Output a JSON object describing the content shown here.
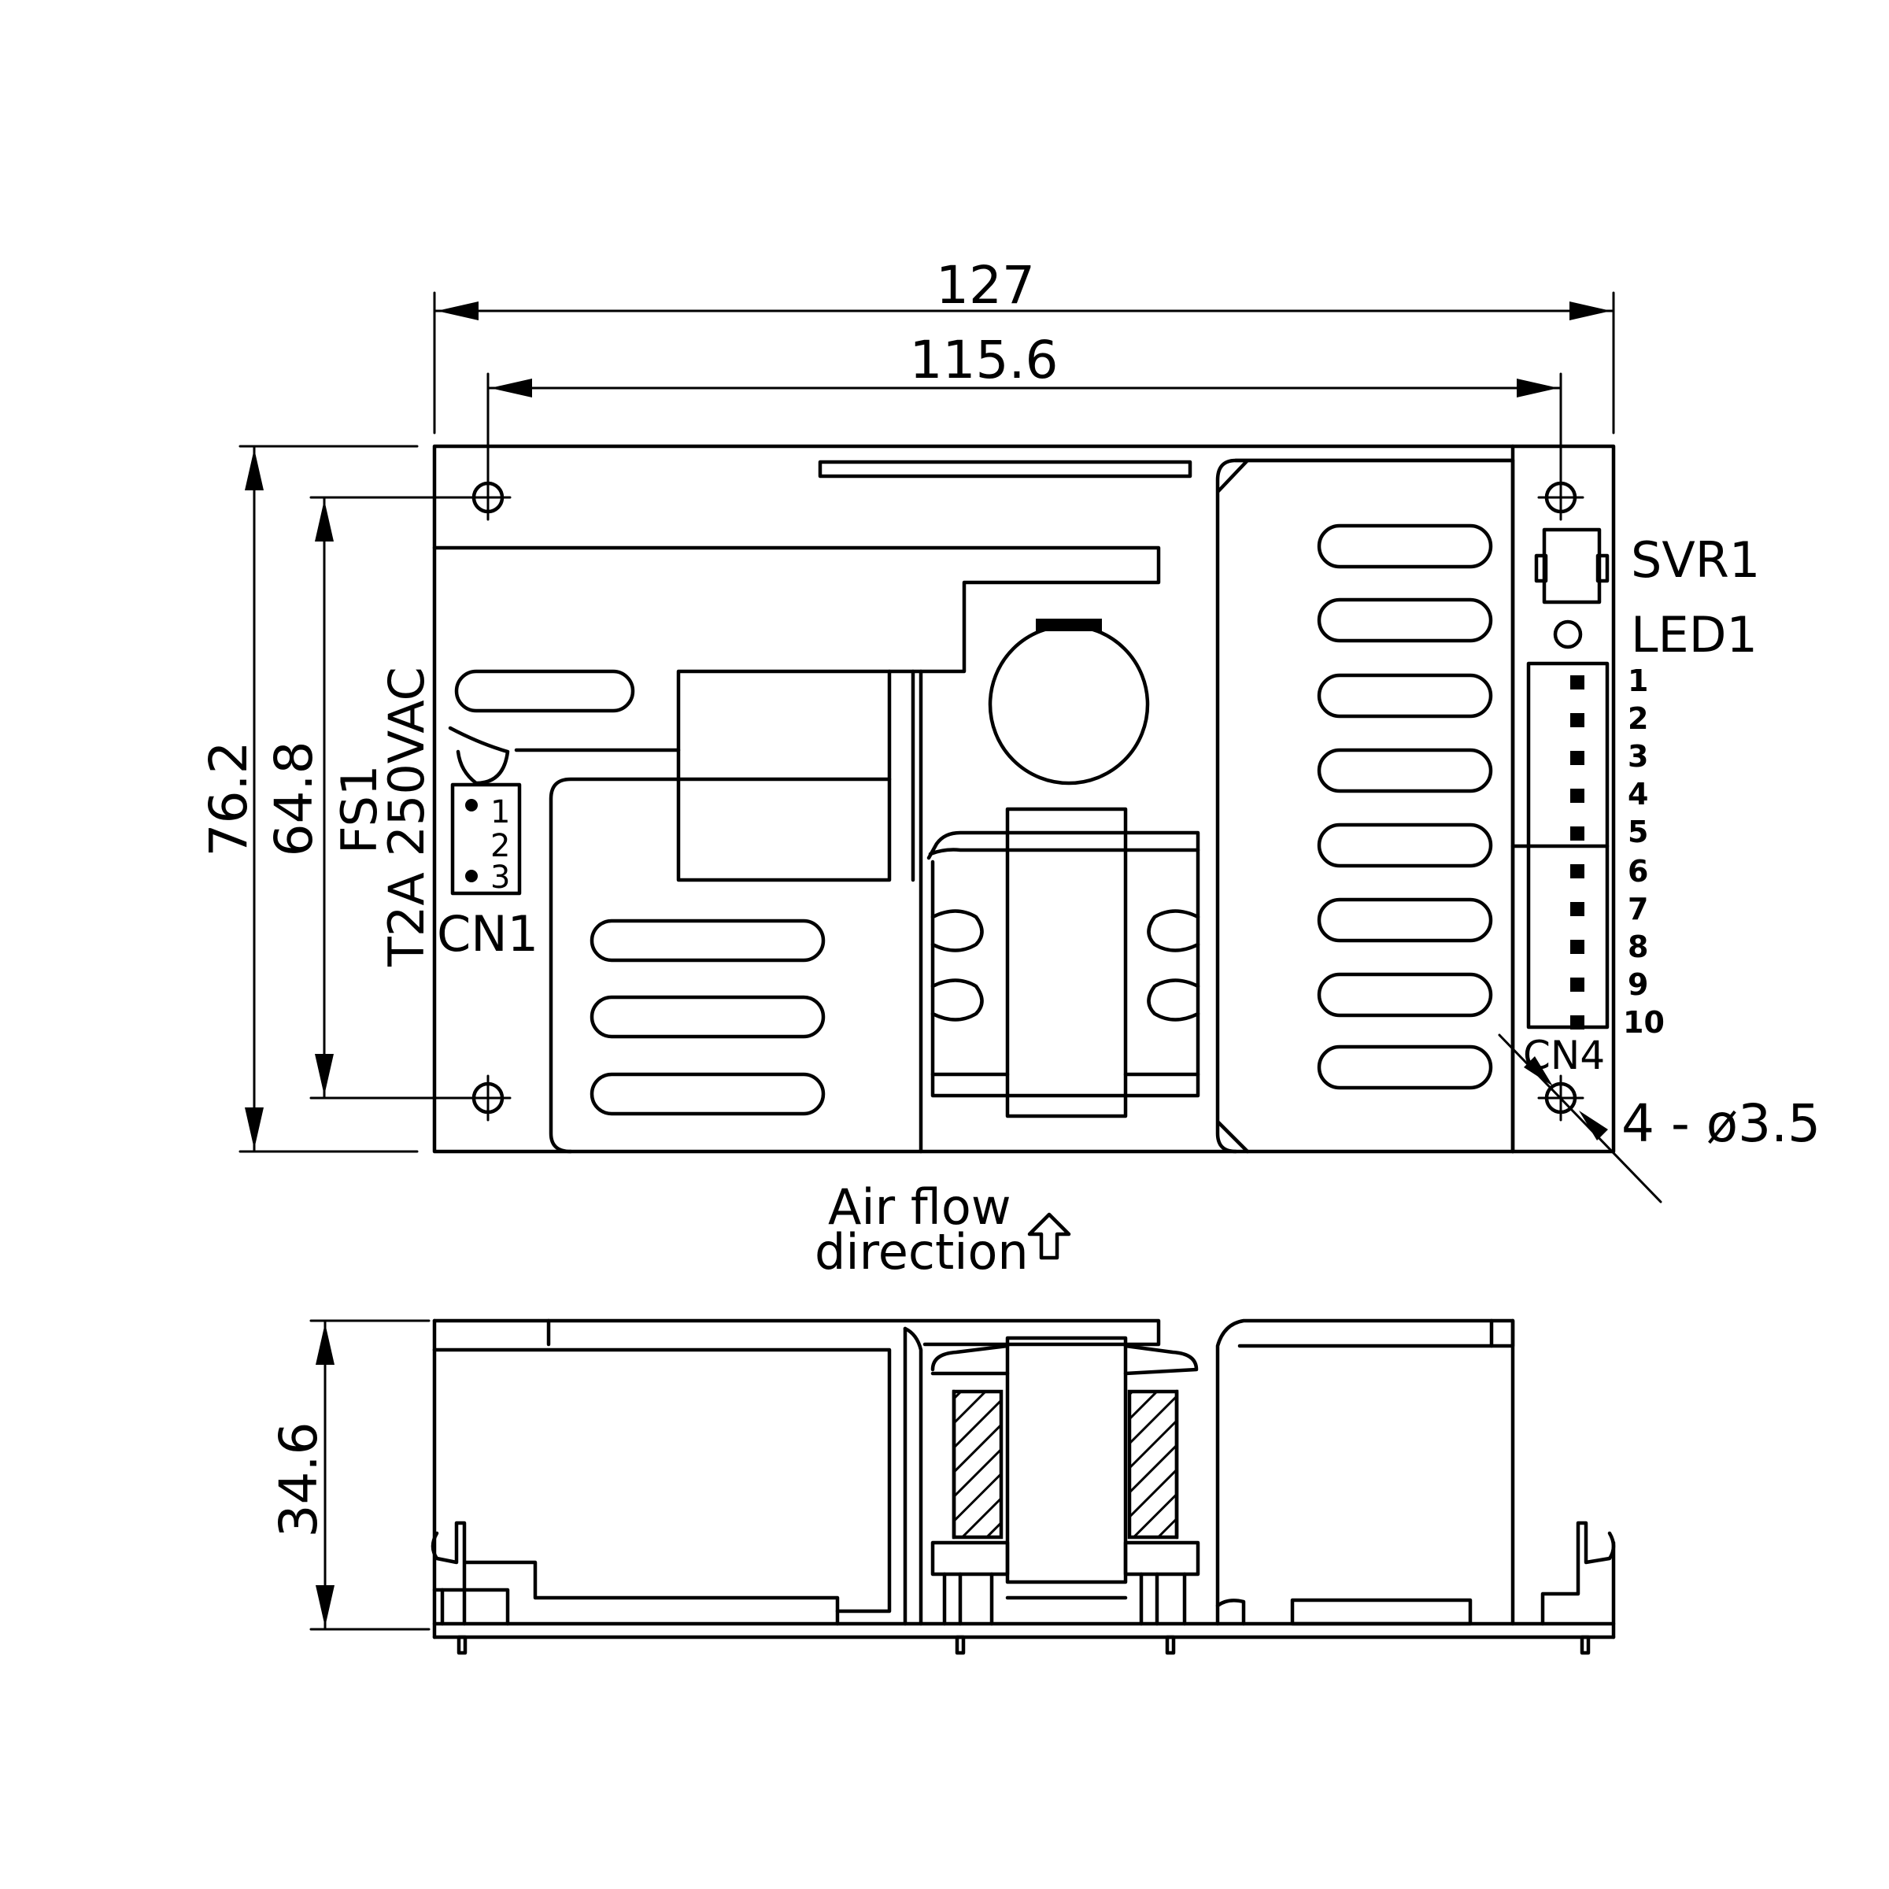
{
  "dimensions": {
    "overall_width": "127",
    "hole_spacing_x": "115.6",
    "overall_height": "76.2",
    "hole_spacing_y": "64.8",
    "side_height": "34.6",
    "mount_holes": "4 - ø3.5"
  },
  "labels": {
    "fuse_id": "FS1",
    "fuse_rating": "T2A 250VAC",
    "cn1": "CN1",
    "cn4": "CN4",
    "svr1": "SVR1",
    "led1": "LED1",
    "airflow_line1": "Air flow",
    "airflow_line2": "direction"
  },
  "cn1_pins": [
    "1",
    "2",
    "3"
  ],
  "cn4_pins": [
    "1",
    "2",
    "3",
    "4",
    "5",
    "6",
    "7",
    "8",
    "9",
    "10"
  ]
}
